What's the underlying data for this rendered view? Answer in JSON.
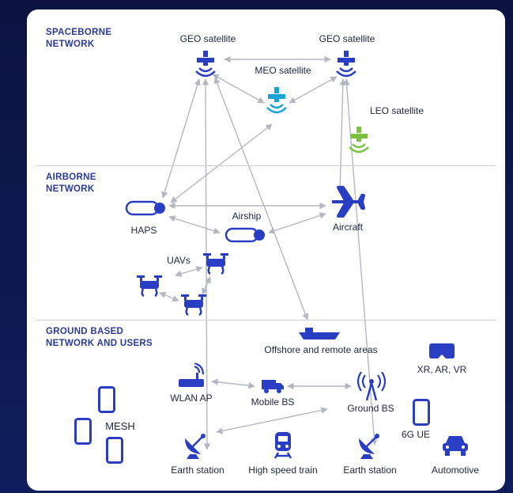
{
  "sections": {
    "space": [
      "SPACEBORNE",
      "NETWORK"
    ],
    "air": [
      "AIRBORNE",
      "NETWORK"
    ],
    "ground": [
      "GROUND BASED",
      "NETWORK AND USERS"
    ]
  },
  "labels": {
    "geo_left": "GEO satellite",
    "geo_right": "GEO satellite",
    "meo": "MEO satellite",
    "leo": "LEO satellite",
    "haps": "HAPS",
    "airship": "Airship",
    "aircraft": "Aircraft",
    "uavs": "UAVs",
    "offshore": "Offshore and remote areas",
    "xr": "XR, AR, VR",
    "wlan": "WLAN AP",
    "mobile_bs": "Mobile BS",
    "ground_bs": "Ground BS",
    "mesh": "MESH",
    "ue6g": "6G UE",
    "earth_left": "Earth station",
    "train": "High speed train",
    "earth_right": "Earth station",
    "automotive": "Automotive"
  },
  "colors": {
    "primary": "#2a3ec4",
    "meo": "#1aa3d9",
    "leo": "#7cc142",
    "arrow": "#b4b7c2",
    "label": "#1e2540",
    "section": "#2b3a9c"
  },
  "icons": {
    "satellite": "satellite-icon",
    "haps": "haps-balloon-icon",
    "airship": "airship-icon",
    "aircraft": "aircraft-icon",
    "drone": "drone-icon",
    "ship": "ship-icon",
    "headset": "vr-headset-icon",
    "router": "router-icon",
    "truck": "truck-icon",
    "tower": "antenna-tower-icon",
    "phone": "phone-icon",
    "dish": "satellite-dish-icon",
    "train": "train-icon",
    "car": "car-icon"
  }
}
